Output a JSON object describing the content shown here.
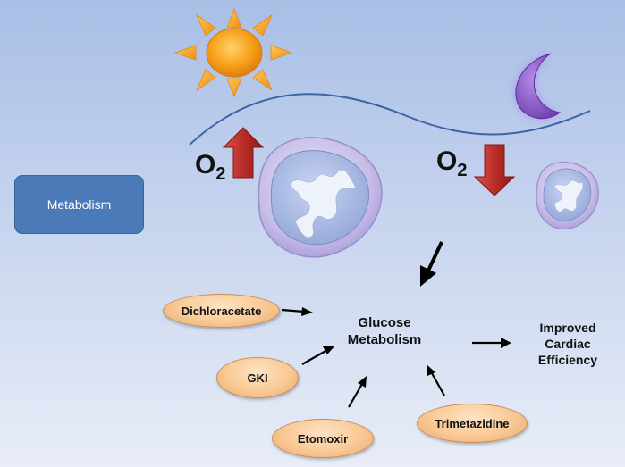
{
  "metabolism_box": {
    "label": "Metabolism"
  },
  "oxygen": {
    "left": {
      "symbol": "O",
      "subscript": "2",
      "direction": "up"
    },
    "right": {
      "symbol": "O",
      "subscript": "2",
      "direction": "down"
    }
  },
  "center": {
    "lines": [
      "Glucose",
      "Metabolism"
    ]
  },
  "outcome": {
    "lines": [
      "Improved",
      "Cardiac",
      "Efficiency"
    ]
  },
  "drugs": [
    "Dichloracetate",
    "GKI",
    "Etomoxir",
    "Trimetazidine"
  ],
  "colors": {
    "background_top": "#a9bfe6",
    "box": "#4a7ab8",
    "sun": "#f5a21c",
    "moon": "#8a5cc6",
    "arrow_red": "#c9302c",
    "pill": "#f9c995"
  },
  "icons": [
    "sun-icon",
    "moon-icon",
    "mitochondrion-icon"
  ]
}
